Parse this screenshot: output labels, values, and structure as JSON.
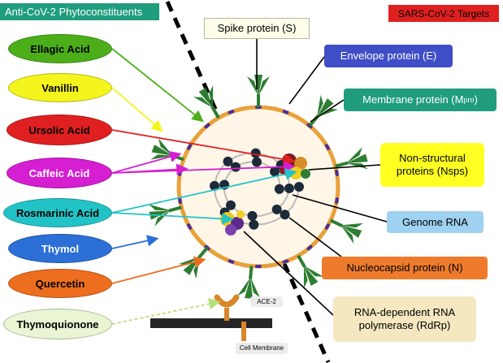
{
  "headers": {
    "left": "Anti-CoV-2 Phytoconstituents",
    "right": "SARS-CoV-2 Targets"
  },
  "compounds": [
    {
      "name": "Ellagic Acid",
      "fill": "#4caf1a",
      "text": "#000000"
    },
    {
      "name": "Vanillin",
      "fill": "#f5f51e",
      "text": "#000000"
    },
    {
      "name": "Ursolic Acid",
      "fill": "#e02020",
      "text": "#000000"
    },
    {
      "name": "Caffeic Acid",
      "fill": "#d51fd1",
      "text": "#000000"
    },
    {
      "name": "Rosmarinic Acid",
      "fill": "#22c3c7",
      "text": "#000000"
    },
    {
      "name": "Thymol",
      "fill": "#2c6fd6",
      "text": "#000000"
    },
    {
      "name": "Quercetin",
      "fill": "#ee6e1f",
      "text": "#000000"
    },
    {
      "name": "Thymoquionone",
      "fill": "#e9f5d3",
      "text": "#000000"
    }
  ],
  "targets": [
    {
      "id": "spike",
      "label": "Spike protein (S)",
      "fill": "#fdfde9"
    },
    {
      "id": "envelope",
      "label": "Envelope protein (E)",
      "fill": "#3f4ec6"
    },
    {
      "id": "membrane",
      "label": "Membrane protein (M",
      "sup": "pro",
      "label_end": ")",
      "fill": "#1f9d7c"
    },
    {
      "id": "nsps",
      "label": "Non-structural proteins (Nsps)",
      "fill": "#ffff22"
    },
    {
      "id": "genome",
      "label": "Genome RNA",
      "fill": "#9fd1f0"
    },
    {
      "id": "nucleocapsid",
      "label": "Nucleocapsid protein (N)",
      "fill": "#ee7b2c"
    },
    {
      "id": "rdrp",
      "label": "RNA-dependent RNA polymerase (RdRp)",
      "fill": "#f5e8c0"
    }
  ],
  "host": {
    "receptor": "ACE-2",
    "membrane": "Cell Membrane"
  },
  "colors": {
    "header_left": "#1f9d7c",
    "header_right": "#e02020",
    "virus_envelope": "#e9a13a",
    "spike": "#2e7d32",
    "rna_bead": "#1c2a3a"
  }
}
